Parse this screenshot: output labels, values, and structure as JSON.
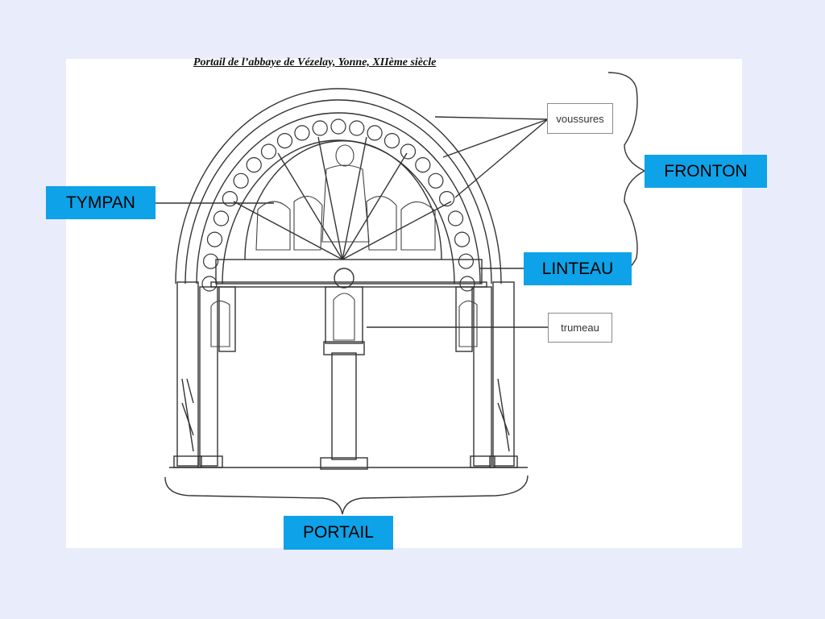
{
  "diagram": {
    "title": "Portail de l’abbaye de Vézelay, Yonne, XIIème siècle",
    "labels": {
      "tympan": "TYMPAN",
      "fronton": "FRONTON",
      "linteau": "LINTEAU",
      "portail": "PORTAIL",
      "voussures": "voussures",
      "trumeau": "trumeau"
    },
    "colors": {
      "background": "#e9ecfb",
      "label_fill": "#0ea2e8",
      "drawing_bg": "#ffffff",
      "line": "#333333"
    }
  }
}
